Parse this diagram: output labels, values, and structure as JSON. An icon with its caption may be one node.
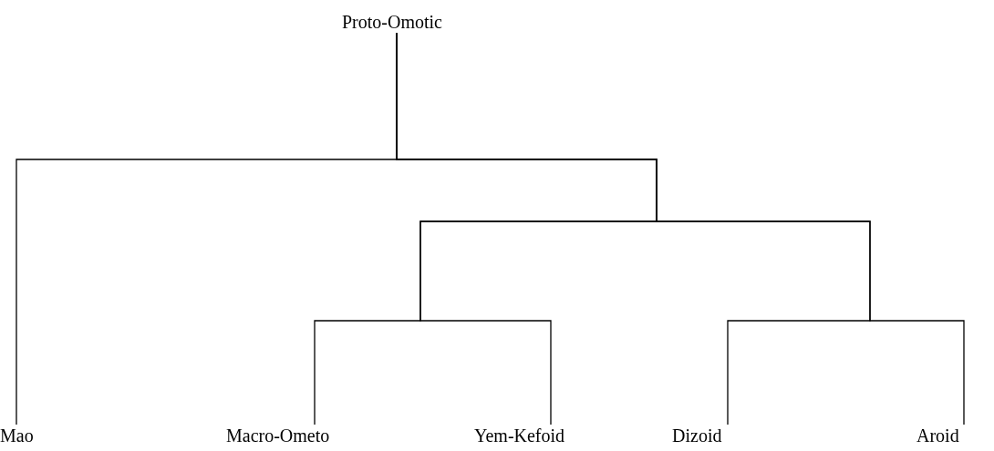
{
  "diagram": {
    "nodes": [
      {
        "text": [
          "Proto-Omotic"
        ]
      },
      {
        "text": [
          "Mao"
        ]
      },
      {
        "text": [
          "Macro-Ometo"
        ]
      },
      {
        "text": [
          "Yem-Kefoid"
        ]
      },
      {
        "text": [
          "Dizoid"
        ]
      },
      {
        "text": [
          "Aroid"
        ]
      }
    ],
    "edges": [
      {
        "from": 0,
        "to": 1,
        "arrow": "none"
      },
      {
        "from": 0,
        "to": 2,
        "arrow": "none"
      },
      {
        "from": 0,
        "to": 3,
        "arrow": "none"
      },
      {
        "from": 0,
        "to": 4,
        "arrow": "none"
      },
      {
        "from": 0,
        "to": 5,
        "arrow": "none"
      }
    ]
  }
}
